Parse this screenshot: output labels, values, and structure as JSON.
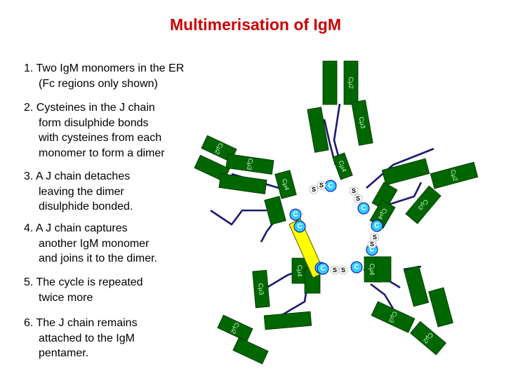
{
  "title": "Multimerisation of IgM",
  "steps": [
    {
      "line1": "1. Two IgM monomers in the ER",
      "cont": [
        "(Fc regions only shown)"
      ]
    },
    {
      "line1": "2. Cysteines in the J chain",
      "cont": [
        "form disulphide bonds",
        "with cysteines from each",
        "monomer to form a dimer"
      ]
    },
    {
      "line1": "3. A J chain detaches",
      "cont": [
        "leaving the dimer",
        "disulphide bonded."
      ]
    },
    {
      "line1": "4. A J chain captures",
      "cont": [
        "another IgM monomer",
        "and joins it to the dimer."
      ]
    },
    {
      "line1": "5. The cycle is repeated",
      "cont": [
        "twice more"
      ]
    },
    {
      "line1": "6. The J chain remains",
      "cont": [
        "attached to the IgM",
        "pentamer."
      ]
    }
  ],
  "diagram": {
    "domain_labels": {
      "ch2": "Cμ2",
      "ch3": "Cμ3",
      "ch4": "Cμ4"
    },
    "cysteine_label": "C",
    "sulfur_label": "S",
    "colors": {
      "domain": "#006600",
      "cysteine": "#33ccff",
      "j_chain": "#ffff00",
      "link": "#1a1a6e"
    }
  }
}
